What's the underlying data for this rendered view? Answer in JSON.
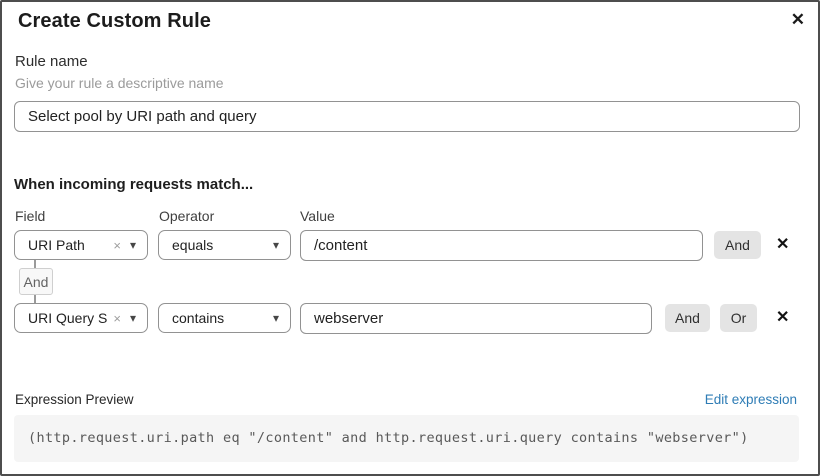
{
  "dialog": {
    "title": "Create Custom Rule"
  },
  "icons": {
    "close": "✕",
    "remove": "✕",
    "clear": "×",
    "caret_down": "▾"
  },
  "rule_name": {
    "label": "Rule name",
    "hint": "Give your rule a descriptive name",
    "value": "Select pool by URI path and query"
  },
  "matcher": {
    "heading": "When incoming requests match...",
    "columns": {
      "field": "Field",
      "operator": "Operator",
      "value": "Value"
    },
    "conditions": [
      {
        "field": "URI Path",
        "operator": "equals",
        "value": "/content",
        "and_label": "And"
      },
      {
        "field": "URI Query St...",
        "operator": "contains",
        "value": "webserver",
        "and_label": "And",
        "or_label": "Or"
      }
    ],
    "connector_label": "And"
  },
  "expression": {
    "label": "Expression Preview",
    "edit_link": "Edit expression",
    "code": "(http.request.uri.path eq \"/content\" and http.request.uri.query contains \"webserver\")"
  },
  "colors": {
    "link_blue": "#2e7cb5",
    "combine_button_gray": "#e4e4e4",
    "code_block_bg": "#f5f5f5",
    "border_gray": "#929292"
  }
}
